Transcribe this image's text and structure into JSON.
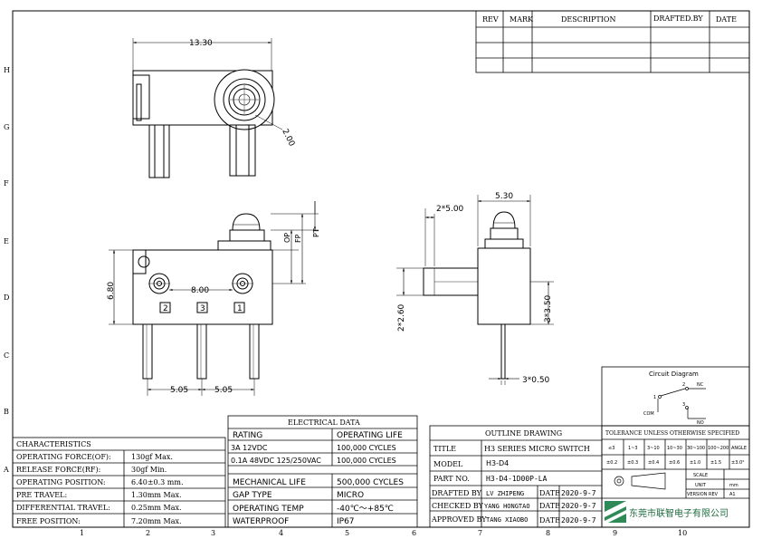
{
  "border": {
    "columns": [
      "1",
      "2",
      "3",
      "4",
      "5",
      "6",
      "7",
      "8",
      "9",
      "10"
    ],
    "rows": [
      "H",
      "G",
      "F",
      "E",
      "D",
      "C",
      "B",
      "A"
    ]
  },
  "revision": {
    "headers": [
      "REV",
      "MARK",
      "DESCRIPTION",
      "DRAFTED.BY",
      "DATE"
    ]
  },
  "top_view": {
    "width": "13.30",
    "hole": "2.00"
  },
  "front_view": {
    "height": "6.80",
    "pitch": "8.00",
    "op": "OP",
    "fp": "FP",
    "pt": "PT",
    "pins": [
      "2",
      "3",
      "1"
    ],
    "spacing1": "5.05",
    "spacing2": "5.05"
  },
  "side_view": {
    "width": "5.30",
    "slot": "2*5.00",
    "left_h": "2*2.60",
    "right_h": "3*3.50",
    "pin_w": "3*0.50"
  },
  "characteristics": {
    "title": "CHARACTERISTICS",
    "rows": [
      {
        "label": "OPERATING FORCE(OF):",
        "value": "130gf Max."
      },
      {
        "label": "RELEASE FORCE(RF):",
        "value": "30gf Min."
      },
      {
        "label": "OPERATING POSITION:",
        "value": "6.40±0.3 mm."
      },
      {
        "label": "PRE TRAVEL:",
        "value": "1.30mm Max."
      },
      {
        "label": "DIFFERENTIAL TRAVEL:",
        "value": "0.25mm Max."
      },
      {
        "label": "FREE POSITION:",
        "value": "7.20mm Max."
      }
    ]
  },
  "electrical": {
    "title": "ELECTRICAL DATA",
    "rows": [
      {
        "a": "RATING",
        "b": "OPERATING LIFE"
      },
      {
        "a": "3A 12VDC",
        "b": "100,000 CYCLES"
      },
      {
        "a": "0.1A 48VDC 125/250VAC",
        "b": "100,000 CYCLES"
      }
    ],
    "rows2": [
      {
        "a": "MECHANICAL LIFE",
        "b": "500,000 CYCLES"
      },
      {
        "a": "GAP TYPE",
        "b": "MICRO"
      },
      {
        "a": "OPERATING TEMP",
        "b": "-40℃～+85℃"
      },
      {
        "a": "WATERPROOF",
        "b": "IP67"
      }
    ]
  },
  "circuit": {
    "title": "Circuit Diagram",
    "com": "COM",
    "nc": "NC",
    "no": "NO",
    "n1": "1",
    "n2": "2",
    "n3": "3"
  },
  "title_block": {
    "header": "OUTLINE DRAWING",
    "title_label": "TITLE",
    "title_value": "H3 SERIES MICRO SWITCH",
    "model_label": "MODEL",
    "model_value": "H3-D4",
    "part_label": "PART NO.",
    "part_value": "H3-D4-1D00P-LA",
    "drafted_label": "DRAFTED BY",
    "drafted_value": "LV ZHIPENG",
    "checked_label": "CHECKED BY",
    "checked_value": "YANG HONGTAO",
    "approved_label": "APPROVED BY",
    "approved_value": "TANG XIAOBO",
    "date_label": "DATE",
    "date_value": "2020-9-7",
    "company": "东莞市联智电子有限公司"
  },
  "tolerance": {
    "title": "TOLERANCE UNLESS OTHERWISE SPECIFIED",
    "ranges": [
      "≤3",
      "1~3",
      "3~10",
      "10~30",
      "30~100",
      "100~200",
      "ANGLE"
    ],
    "values": [
      "±0.2",
      "±0.3",
      "±0.4",
      "±0.6",
      "±1.0",
      "±1.5",
      "±3.0°"
    ],
    "scale": "SCALE",
    "unit": "UNIT",
    "unit_value": "mm",
    "version": "VERSION REV",
    "version_value": "A1"
  }
}
